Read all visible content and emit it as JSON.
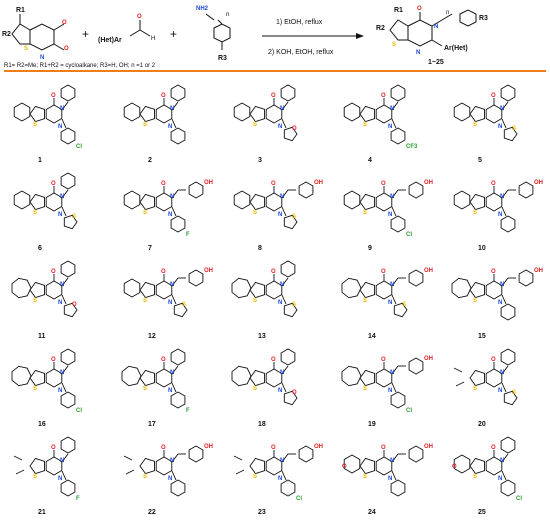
{
  "scheme": {
    "reagent_label": "(Het)Ar",
    "aldehyde_atoms": [
      "H",
      "O"
    ],
    "amine_label": "NH2",
    "linker_n": "n",
    "r1": "R1",
    "r2": "R2",
    "r3": "R3",
    "step1": "1) EtOH, reflux",
    "step2": "2) KOH, EtOH, reflux",
    "product_sub": "Ar(Het)",
    "product_range": "1~25",
    "conditions_note": "R1= R2=Me; R1+R2 = cycloalkane; R3=H, OH; n =1 or 2",
    "plus": "+"
  },
  "compounds": [
    {
      "id": "1",
      "ring": "6",
      "r3": "",
      "sub": "Cl",
      "subcolor": "#2a9d2a",
      "sub_type": "aryl"
    },
    {
      "id": "2",
      "ring": "6",
      "r3": "",
      "sub": "",
      "subcolor": "",
      "sub_type": "aryl"
    },
    {
      "id": "3",
      "ring": "6",
      "r3": "",
      "sub": "",
      "subcolor": "",
      "sub_type": "furyl"
    },
    {
      "id": "4",
      "ring": "6",
      "r3": "",
      "sub": "CF3",
      "subcolor": "#2a9d2a",
      "sub_type": "aryl"
    },
    {
      "id": "5",
      "ring": "6",
      "r3": "",
      "sub": "",
      "subcolor": "",
      "sub_type": "thienyl"
    },
    {
      "id": "6",
      "ring": "6",
      "r3": "",
      "sub": "",
      "subcolor": "",
      "sub_type": "thienyl"
    },
    {
      "id": "7",
      "ring": "6",
      "r3": "OH",
      "sub": "F",
      "subcolor": "#2a9d2a",
      "sub_type": "aryl"
    },
    {
      "id": "8",
      "ring": "6",
      "r3": "OH",
      "sub": "",
      "subcolor": "",
      "sub_type": "thienyl"
    },
    {
      "id": "9",
      "ring": "6",
      "r3": "OH",
      "sub": "Cl",
      "subcolor": "#2a9d2a",
      "sub_type": "aryl"
    },
    {
      "id": "10",
      "ring": "6",
      "r3": "OH",
      "sub": "",
      "subcolor": "",
      "sub_type": "aryl"
    },
    {
      "id": "11",
      "ring": "7",
      "r3": "",
      "sub": "",
      "subcolor": "",
      "sub_type": "furyl"
    },
    {
      "id": "12",
      "ring": "6",
      "r3": "OH",
      "sub": "",
      "subcolor": "",
      "sub_type": "thienyl"
    },
    {
      "id": "13",
      "ring": "7",
      "r3": "",
      "sub": "",
      "subcolor": "",
      "sub_type": "thienyl"
    },
    {
      "id": "14",
      "ring": "7",
      "r3": "OH",
      "sub": "",
      "subcolor": "",
      "sub_type": "thienyl"
    },
    {
      "id": "15",
      "ring": "7",
      "r3": "OH",
      "sub": "",
      "subcolor": "",
      "sub_type": "aryl"
    },
    {
      "id": "16",
      "ring": "7",
      "r3": "",
      "sub": "Cl",
      "subcolor": "#2a9d2a",
      "sub_type": "aryl"
    },
    {
      "id": "17",
      "ring": "7",
      "r3": "",
      "sub": "F",
      "subcolor": "#2a9d2a",
      "sub_type": "aryl"
    },
    {
      "id": "18",
      "ring": "7",
      "r3": "",
      "sub": "",
      "subcolor": "",
      "sub_type": "furyl"
    },
    {
      "id": "19",
      "ring": "7",
      "r3": "OH",
      "sub": "Cl",
      "subcolor": "#2a9d2a",
      "sub_type": "aryl"
    },
    {
      "id": "20",
      "ring": "Me",
      "r3": "",
      "sub": "",
      "subcolor": "",
      "sub_type": "thienyl"
    },
    {
      "id": "21",
      "ring": "Me",
      "r3": "",
      "sub": "F",
      "subcolor": "#2a9d2a",
      "sub_type": "aryl"
    },
    {
      "id": "22",
      "ring": "Me",
      "r3": "OH",
      "sub": "",
      "subcolor": "",
      "sub_type": "aryl"
    },
    {
      "id": "23",
      "ring": "Me",
      "r3": "OH",
      "sub": "Cl",
      "subcolor": "#2a9d2a",
      "sub_type": "aryl"
    },
    {
      "id": "24",
      "ring": "O",
      "r3": "OH",
      "sub": "",
      "subcolor": "",
      "sub_type": "aryl"
    },
    {
      "id": "25",
      "ring": "O",
      "r3": "",
      "sub": "Cl",
      "subcolor": "#2a9d2a",
      "sub_type": "aryl"
    }
  ],
  "atoms": {
    "S": "S",
    "N": "N",
    "O": "O",
    "OH": "OH"
  },
  "colors": {
    "accent_rule": "#f07d18",
    "sulfur": "#e8b800",
    "nitrogen": "#1846d6",
    "oxygen": "#e02020",
    "halogen": "#2a9d2a"
  }
}
